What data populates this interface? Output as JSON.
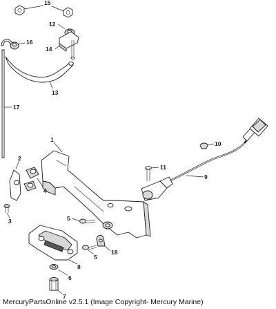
{
  "callouts": [
    {
      "id": "15",
      "label": "15"
    },
    {
      "id": "12",
      "label": "12"
    },
    {
      "id": "16",
      "label": "16"
    },
    {
      "id": "14",
      "label": "14"
    },
    {
      "id": "13",
      "label": "13"
    },
    {
      "id": "17",
      "label": "17"
    },
    {
      "id": "10",
      "label": "10"
    },
    {
      "id": "1",
      "label": "1"
    },
    {
      "id": "2",
      "label": "2"
    },
    {
      "id": "11",
      "label": "11"
    },
    {
      "id": "9",
      "label": "9"
    },
    {
      "id": "4",
      "label": "4"
    },
    {
      "id": "3",
      "label": "3"
    },
    {
      "id": "5a",
      "label": "5"
    },
    {
      "id": "18",
      "label": "18"
    },
    {
      "id": "5b",
      "label": "5"
    },
    {
      "id": "8",
      "label": "8"
    },
    {
      "id": "6",
      "label": "6"
    },
    {
      "id": "7",
      "label": "7"
    }
  ],
  "footer": {
    "copyright": "MercuryPartsOnline v2.5.1 (Image Copyright- Mercury Marine)"
  }
}
